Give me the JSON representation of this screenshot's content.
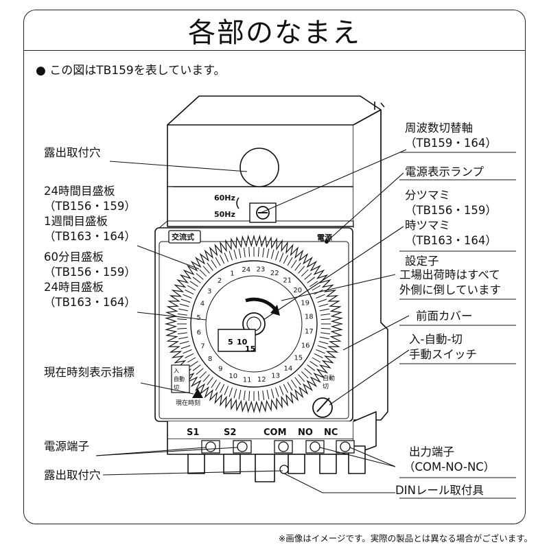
{
  "title": "各部のなまえ",
  "intro": "● この図はTB159を表しています。",
  "footnote": "※画像はイメージです。実際の製品とは異なる場合がございます。",
  "device": {
    "hz_60": "60Hz",
    "hz_50": "50Hz",
    "ac_type": "交流式",
    "power_mark": "電源",
    "auto": "自動",
    "off": "切",
    "current_time": "現在時刻",
    "mode_box": [
      "入",
      "自動",
      "切"
    ],
    "inner_numbers": [
      "5",
      "10",
      "15"
    ],
    "terminals": [
      "S1",
      "S2",
      "COM",
      "NO",
      "NC"
    ],
    "hour_numbers": [
      "24",
      "1",
      "2",
      "3",
      "4",
      "5",
      "6",
      "7",
      "8",
      "9",
      "10",
      "11",
      "12",
      "13",
      "14",
      "15",
      "16",
      "17",
      "18",
      "19",
      "20",
      "21",
      "22",
      "23"
    ]
  },
  "labels": {
    "mount_hole_top": "露出取付穴",
    "dial_24h_1": "24時間目盛板",
    "dial_24h_2": "（TB156・159）",
    "dial_week_1": "1週間目盛板",
    "dial_week_2": "（TB163・164）",
    "dial_60m_1": "60分目盛板",
    "dial_60m_2": "（TB156・159）",
    "dial_24t_1": "24時目盛板",
    "dial_24t_2": "（TB163・164）",
    "current_indicator": "現在時刻表示指標",
    "power_terminal": "電源端子",
    "mount_hole_bottom": "露出取付穴",
    "freq_switch_1": "周波数切替軸",
    "freq_switch_2": "（TB159・164）",
    "power_lamp": "電源表示ランプ",
    "min_knob_1": "分ツマミ",
    "min_knob_2": "（TB156・159）",
    "hour_knob_1": "時ツマミ",
    "hour_knob_2": "（TB163・164）",
    "setter_1": "設定子",
    "setter_2": "工場出荷時はすべて",
    "setter_3": "外側に倒しています",
    "front_cover": "前面カバー",
    "manual_switch_1": "入-自動-切",
    "manual_switch_2": "手動スイッチ",
    "output_terminal_1": "出力端子",
    "output_terminal_2": "（COM-NO-NC）",
    "din_mount": "DINレール取付具"
  }
}
